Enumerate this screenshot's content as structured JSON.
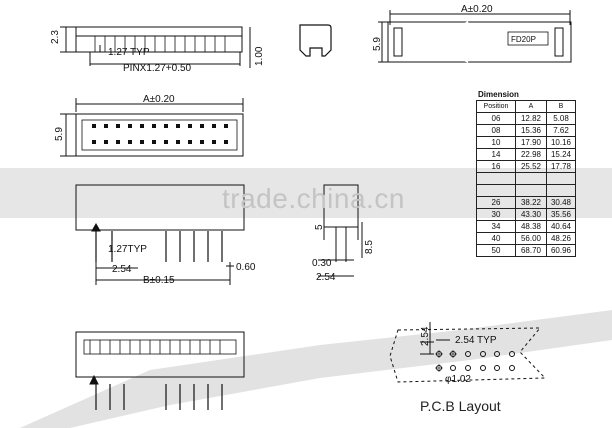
{
  "labels": {
    "h_top": "2.3",
    "pitch_top": "1.27  TYP",
    "pin_span": "PINX1.27+0.50",
    "h_side": "1.00",
    "a_top": "A±0.20",
    "w_side": "5.9",
    "part_label": "FD20P",
    "a_mid": "A±0.20",
    "w_mid": "5.9",
    "pitch_front": "1.27TYP",
    "row_front": "2.54",
    "pin_w": "0.60",
    "b_span": "B±0.15",
    "side_h": "5",
    "side_h2": "8.5",
    "side_w": "0.30",
    "side_row": "2.54",
    "pcb_row": "2.54",
    "pcb_pitch": "2.54  TYP",
    "pcb_hole": "φ1.02",
    "pcb_title": "P.C.B Layout",
    "watermark": "trade.china.cn"
  },
  "table": {
    "title": "Dimension",
    "headers": [
      "Position",
      "A",
      "B"
    ],
    "rows": [
      [
        "06",
        "12.82",
        "5.08"
      ],
      [
        "08",
        "15.36",
        "7.62"
      ],
      [
        "10",
        "17.90",
        "10.16"
      ],
      [
        "14",
        "22.98",
        "15.24"
      ],
      [
        "16",
        "25.52",
        "17.78"
      ],
      [
        "",
        "",
        ""
      ],
      [
        "",
        "",
        ""
      ],
      [
        "26",
        "38.22",
        "30.48"
      ],
      [
        "30",
        "43.30",
        "35.56"
      ],
      [
        "34",
        "48.38",
        "40.64"
      ],
      [
        "40",
        "56.00",
        "48.26"
      ],
      [
        "50",
        "68.70",
        "60.96"
      ]
    ]
  }
}
